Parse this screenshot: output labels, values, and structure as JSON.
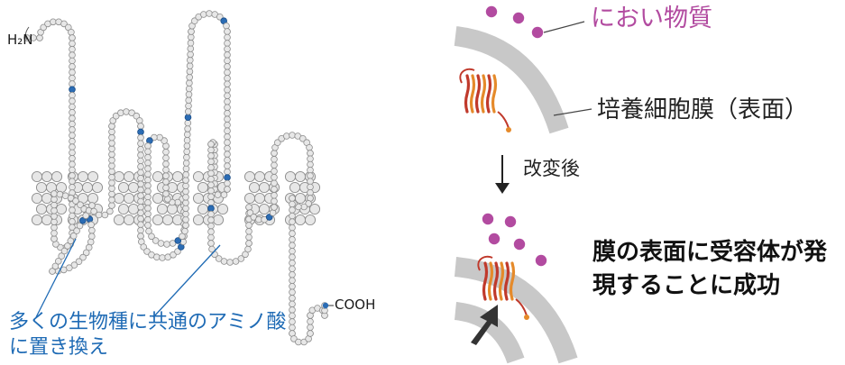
{
  "colors": {
    "residue_fill": "#e7e7e7",
    "residue_stroke": "#8d8d8d",
    "substituted_residue": "#2b6cb4",
    "annotation_blue": "#1f6bb5",
    "odorant_magenta": "#b24ba0",
    "membrane_gray": "#c8c8c8",
    "receptor_red": "#c0392b",
    "receptor_orange": "#e58a2a",
    "arrow_dark": "#333333"
  },
  "snake_plot": {
    "n_terminus_label": "H₂N",
    "c_terminus_label": "COOH",
    "annotation": "多くの生物種に共通のアミノ酸に置き換え"
  },
  "schematic": {
    "odorant_label": "におい物質",
    "membrane_label": "培養細胞膜（表面）",
    "step_arrow_icon": "down-arrow-icon",
    "step_label": "改変後",
    "result_label": "膜の表面に受容体が発現することに成功"
  }
}
